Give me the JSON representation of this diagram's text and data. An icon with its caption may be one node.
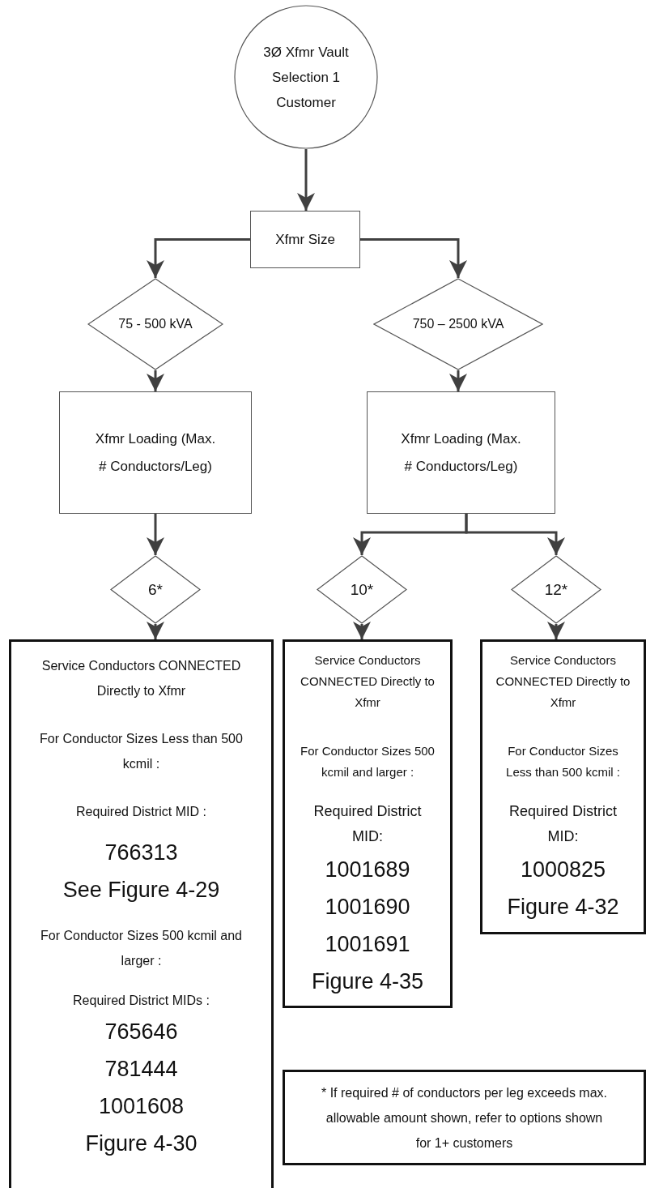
{
  "diagram": {
    "nodes": [
      {
        "text": [
          "3Ø Xfmr Vault Selection 1 Customer"
        ]
      },
      {
        "text": [
          "Xfmr Size"
        ]
      },
      {
        "text": [
          "75 - 500 kVA"
        ]
      },
      {
        "text": [
          "750 – 2500 kVA"
        ]
      },
      {
        "text": [
          "Xfmr Loading (Max. # Conductors/Leg)"
        ]
      },
      {
        "text": [
          "Xfmr Loading (Max. # Conductors/Leg)"
        ]
      },
      {
        "text": [
          "6*"
        ]
      },
      {
        "text": [
          "10*"
        ]
      },
      {
        "text": [
          "12*"
        ]
      },
      {
        "text": [
          "Service Conductors CONNECTED Directly to Xfmr",
          "For Conductor Sizes Less than 500 kcmil :",
          "Required District MID :",
          "766313",
          "See Figure 4-29",
          "For Conductor Sizes 500 kcmil and larger :",
          "Required District MIDs :",
          "765646",
          "781444",
          "1001608",
          "Figure 4-30"
        ]
      },
      {
        "text": [
          "Service Conductors CONNECTED Directly to Xfmr",
          "For Conductor Sizes 500 kcmil and larger :",
          "Required District MID:",
          "1001689",
          "1001690",
          "1001691",
          "Figure 4-35"
        ]
      },
      {
        "text": [
          "Service Conductors CONNECTED Directly to Xfmr",
          "For Conductor Sizes Less than 500 kcmil :",
          "Required District MID:",
          "1000825",
          "Figure 4-32"
        ]
      },
      {
        "text": [
          "* If required # of conductors per leg exceeds max. allowable amount shown, refer to options shown for 1+ customers"
        ]
      }
    ],
    "edges": [
      {
        "from": 0,
        "to": 1,
        "arrow": "to"
      },
      {
        "from": 1,
        "to": 2,
        "arrow": "to"
      },
      {
        "from": 1,
        "to": 3,
        "arrow": "to"
      },
      {
        "from": 2,
        "to": 4,
        "arrow": "to"
      },
      {
        "from": 3,
        "to": 5,
        "arrow": "to"
      },
      {
        "from": 4,
        "to": 6,
        "arrow": "to"
      },
      {
        "from": 5,
        "to": 7,
        "arrow": "to"
      },
      {
        "from": 5,
        "to": 8,
        "arrow": "to"
      },
      {
        "from": 6,
        "to": 9,
        "arrow": "to"
      },
      {
        "from": 7,
        "to": 10,
        "arrow": "to"
      },
      {
        "from": 8,
        "to": 11,
        "arrow": "to"
      }
    ]
  }
}
